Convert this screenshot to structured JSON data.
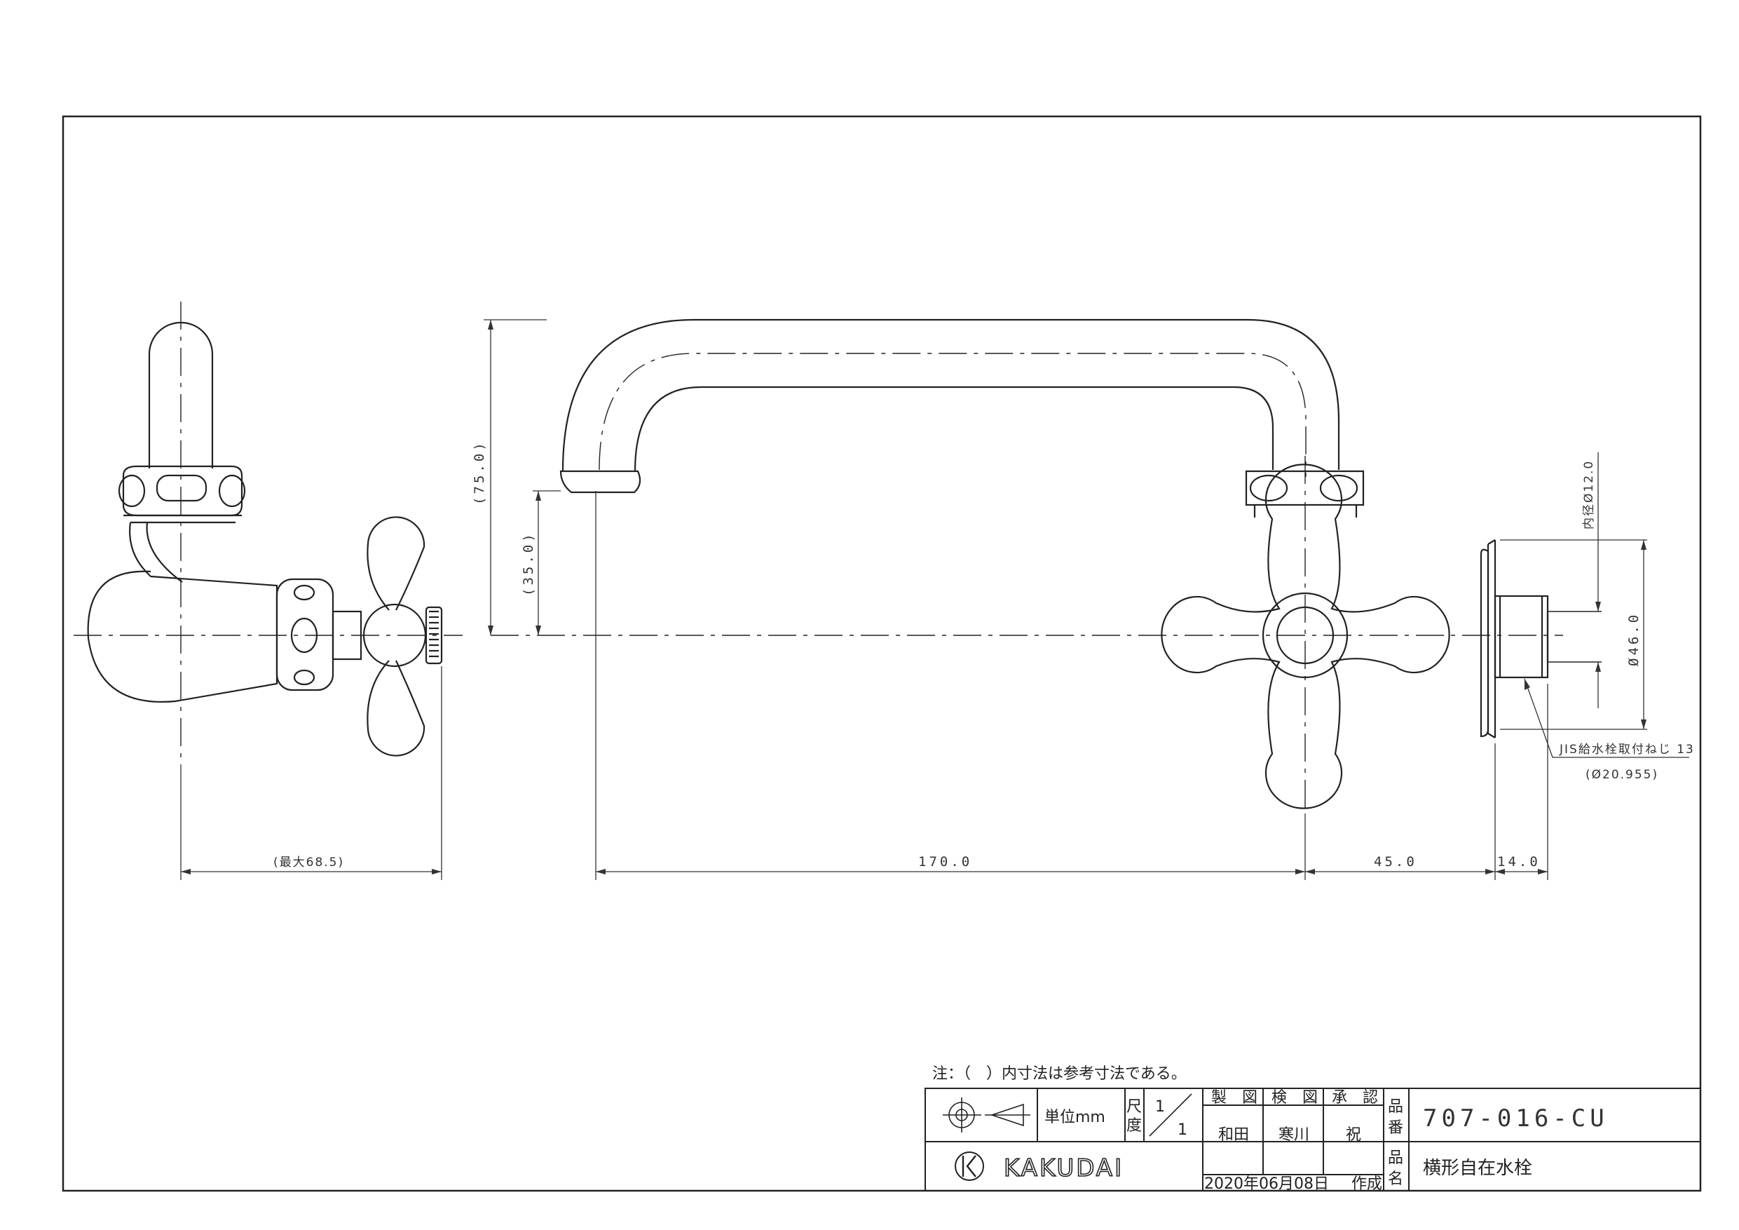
{
  "note": "注：（　）内寸法は参考寸法である。",
  "dimensions": {
    "max_depth": "(最大68.5)",
    "spout_reach": "170.0",
    "wall_to_center": "45.0",
    "thread_length": "14.0",
    "height_total": "(75.0)",
    "spout_height": "(35.0)",
    "inner_diameter": "内径Ø12.0",
    "flange_diameter": "Ø46.0",
    "thread_spec": "JIS給水栓取付ねじ 13",
    "thread_diameter": "(Ø20.955)"
  },
  "title_block": {
    "unit": "単位mm",
    "scale_label_1": "尺",
    "scale_label_2": "度",
    "scale_top": "1",
    "scale_bottom": "1",
    "drawn_label": "製　図",
    "checked_label": "検　図",
    "approved_label": "承　認",
    "drawn_by": "和田",
    "checked_by": "寒川",
    "approved_by": "祝",
    "number_label_1": "品",
    "number_label_2": "番",
    "name_label_1": "品",
    "name_label_2": "名",
    "part_number": "707-016-CU",
    "part_name": "横形自在水栓",
    "date": "2020年06月08日",
    "created": "作成",
    "logo_text": "KAKUDAI"
  }
}
